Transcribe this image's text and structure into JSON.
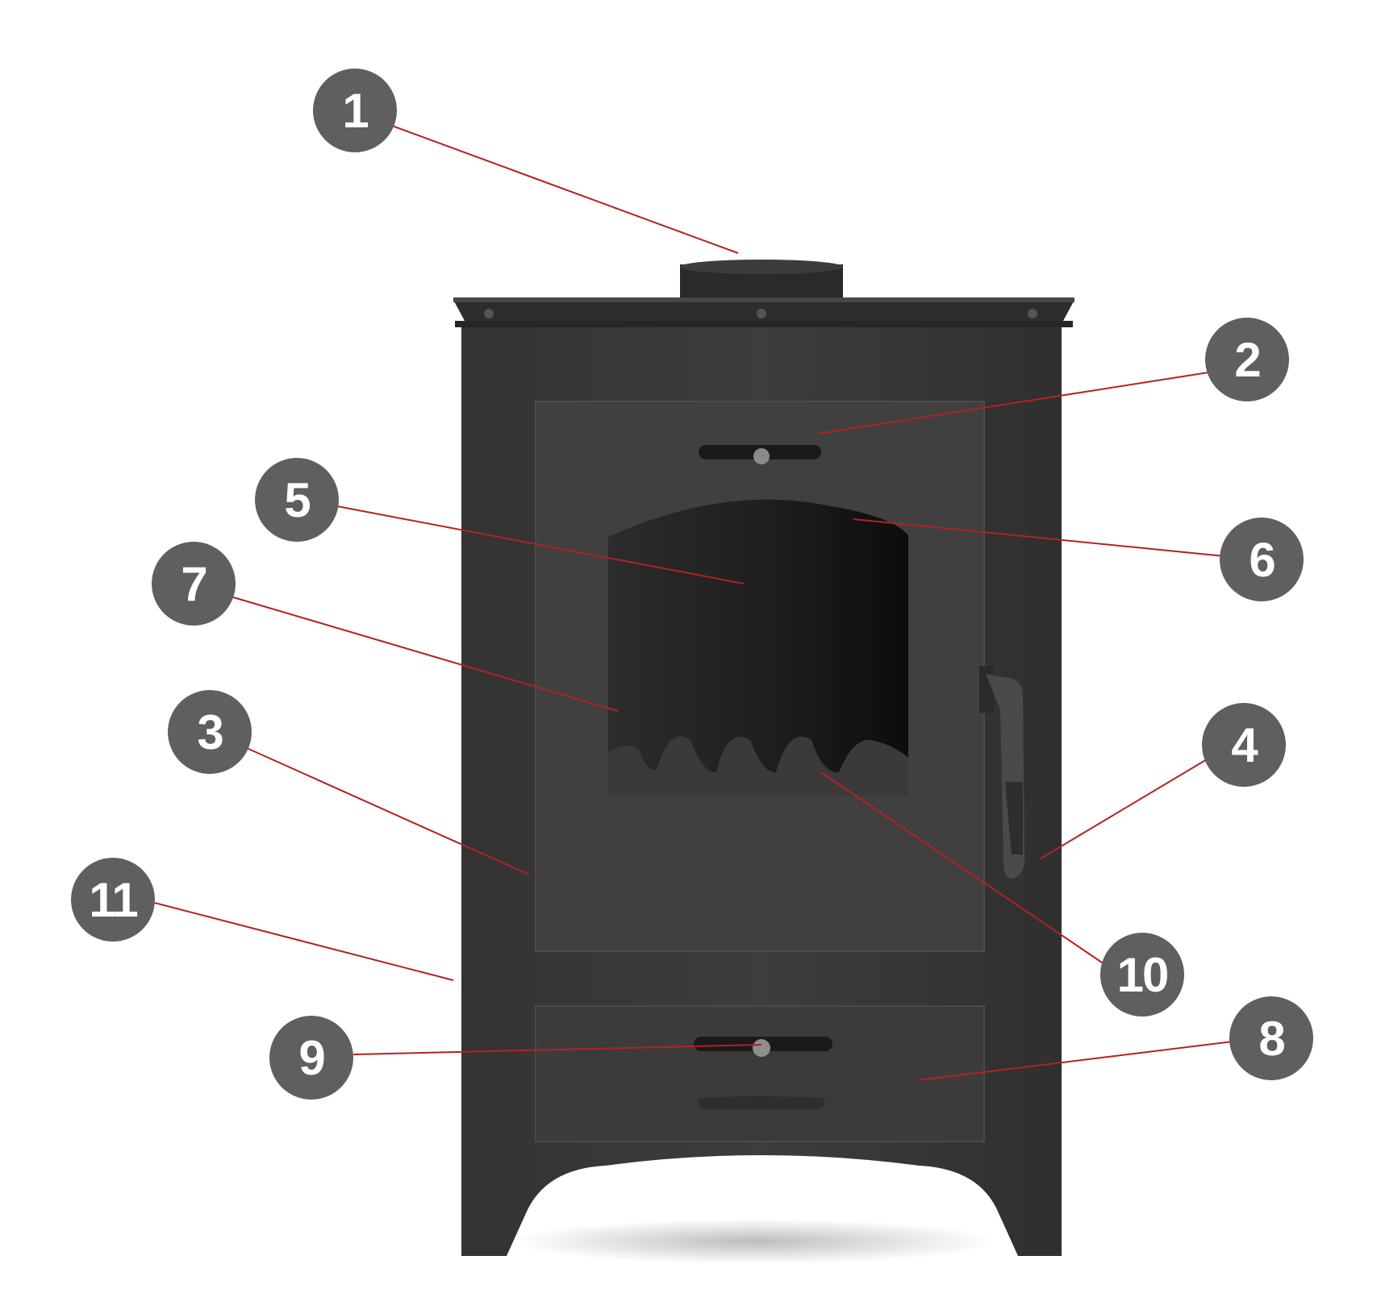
{
  "colors": {
    "background": "#ffffff",
    "stove_body": "#3a3a3a",
    "stove_door": "#3f3f3f",
    "window": "#1b1b1b",
    "leader_line": "#b22222",
    "badge": "#5f5f5f",
    "badge_text": "#ffffff"
  },
  "callouts": [
    {
      "id": "c1",
      "label": "1"
    },
    {
      "id": "c2",
      "label": "2"
    },
    {
      "id": "c3",
      "label": "3"
    },
    {
      "id": "c4",
      "label": "4"
    },
    {
      "id": "c5",
      "label": "5"
    },
    {
      "id": "c6",
      "label": "6"
    },
    {
      "id": "c7",
      "label": "7"
    },
    {
      "id": "c8",
      "label": "8"
    },
    {
      "id": "c9",
      "label": "9"
    },
    {
      "id": "c10",
      "label": "10"
    },
    {
      "id": "c11",
      "label": "11"
    }
  ]
}
